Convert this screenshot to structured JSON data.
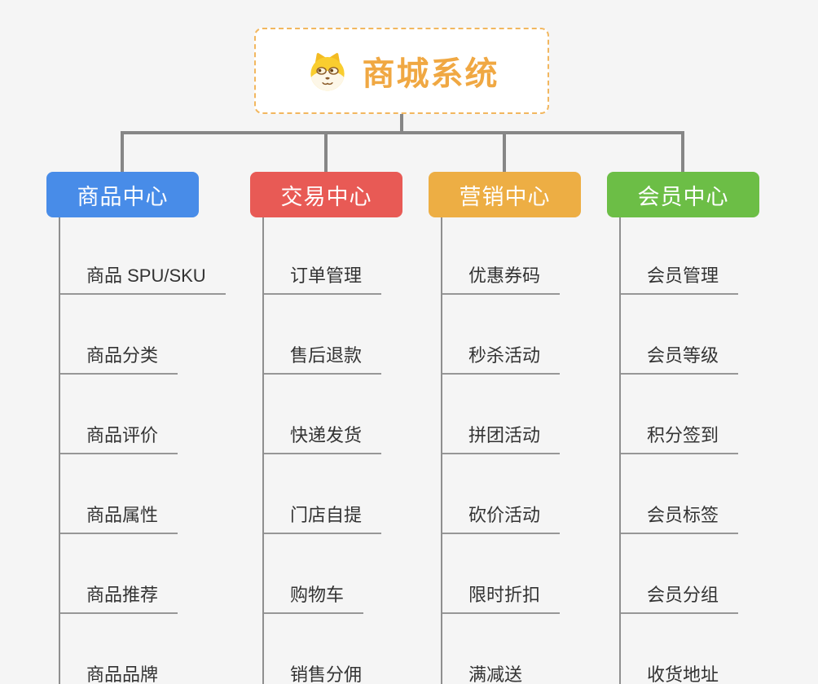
{
  "root": {
    "title": "商城系统",
    "icon": "dog-face-icon",
    "title_color": "#f0a843",
    "border_color": "#f2b75f",
    "background": "#ffffff"
  },
  "colors": {
    "canvas_background": "#f5f5f5",
    "connector": "#868686",
    "child_spine": "#8f8f8f",
    "child_underline": "#979797",
    "child_text": "#333333",
    "branch_text": "#ffffff"
  },
  "branches": [
    {
      "label": "商品中心",
      "color": "#488ce8",
      "children": [
        "商品 SPU/SKU",
        "商品分类",
        "商品评价",
        "商品属性",
        "商品推荐",
        "商品品牌"
      ]
    },
    {
      "label": "交易中心",
      "color": "#e85a55",
      "children": [
        "订单管理",
        "售后退款",
        "快递发货",
        "门店自提",
        "购物车",
        "销售分佣"
      ]
    },
    {
      "label": "营销中心",
      "color": "#edae44",
      "children": [
        "优惠券码",
        "秒杀活动",
        "拼团活动",
        "砍价活动",
        "限时折扣",
        "满减送"
      ]
    },
    {
      "label": "会员中心",
      "color": "#6cbe46",
      "children": [
        "会员管理",
        "会员等级",
        "积分签到",
        "会员标签",
        "会员分组",
        "收货地址"
      ]
    }
  ]
}
